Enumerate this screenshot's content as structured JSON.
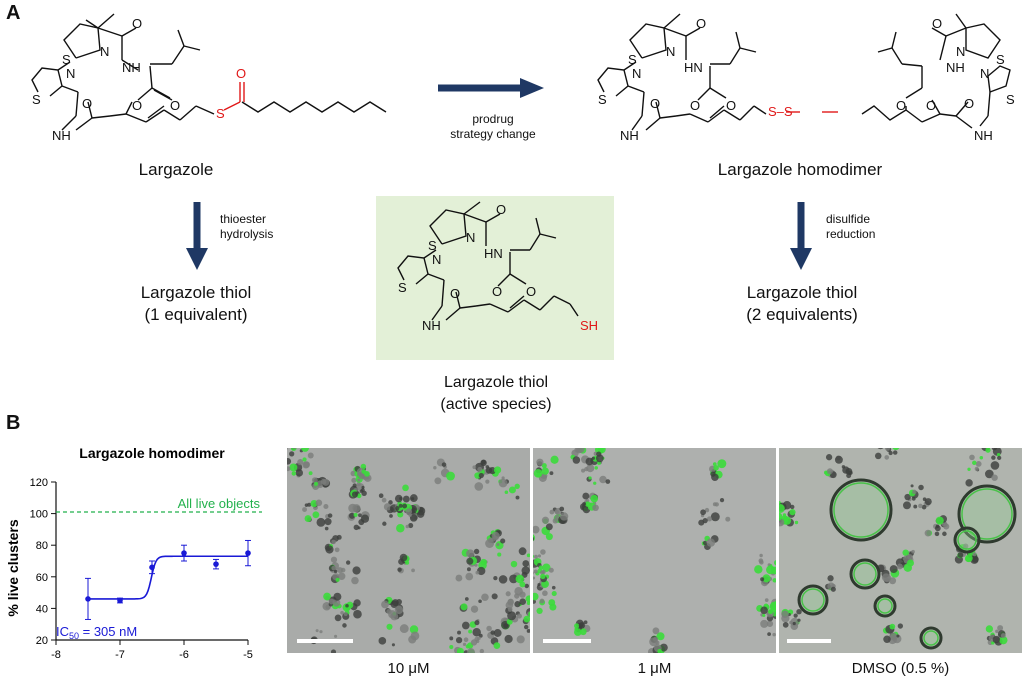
{
  "panels": {
    "a": "A",
    "b": "B"
  },
  "scheme": {
    "top_left_caption": "Largazole",
    "top_right_caption": "Largazole homodimer",
    "arrow_label_line1": "prodrug",
    "arrow_label_line2": "strategy change",
    "left_step_line1": "thioester",
    "left_step_line2": "hydrolysis",
    "right_step_line1": "disulfide",
    "right_step_line2": "reduction",
    "left_product_line1": "Largazole thiol",
    "left_product_line2": "(1 equivalent)",
    "right_product_line1": "Largazole thiol",
    "right_product_line2": "(2 equivalents)",
    "center_caption_line1": "Largazole thiol",
    "center_caption_line2": "(active species)",
    "atoms": {
      "S": "S",
      "N": "N",
      "O": "O",
      "NH": "NH",
      "HN": "HN",
      "SH": "SH",
      "S_S": "S–S"
    },
    "colors": {
      "arrow": "#1f3864",
      "highlight": "#e01818",
      "box": "#e3f0d7"
    }
  },
  "chart_data": {
    "type": "scatter",
    "title": "Largazole homodimer",
    "xlabel": "",
    "ylabel": "% live clusters",
    "xlim": [
      -8,
      -5
    ],
    "ylim": [
      20,
      120
    ],
    "x_ticks": [
      -8,
      -7,
      -6,
      -5
    ],
    "y_ticks": [
      20,
      40,
      60,
      80,
      100,
      120
    ],
    "x": [
      -7.5,
      -7.0,
      -6.5,
      -6.0,
      -5.5,
      -5.0
    ],
    "y": [
      46,
      45,
      66,
      75,
      68,
      75
    ],
    "error": [
      13,
      1.5,
      4,
      5,
      3,
      8
    ],
    "fit_bottom": 46,
    "fit_top": 73,
    "fit_logec50": -6.51,
    "reference_line": {
      "y": 101,
      "label": "All live objects",
      "color": "#22b14c"
    },
    "annotation": {
      "prefix": "IC",
      "sub": "50",
      "suffix": " = 305 nM",
      "color": "#1a1ad6"
    },
    "series_color": "#1a1ad6"
  },
  "images": [
    {
      "label": "10 μM"
    },
    {
      "label": "1 μM"
    },
    {
      "label": "DMSO (0.5 %)"
    }
  ]
}
